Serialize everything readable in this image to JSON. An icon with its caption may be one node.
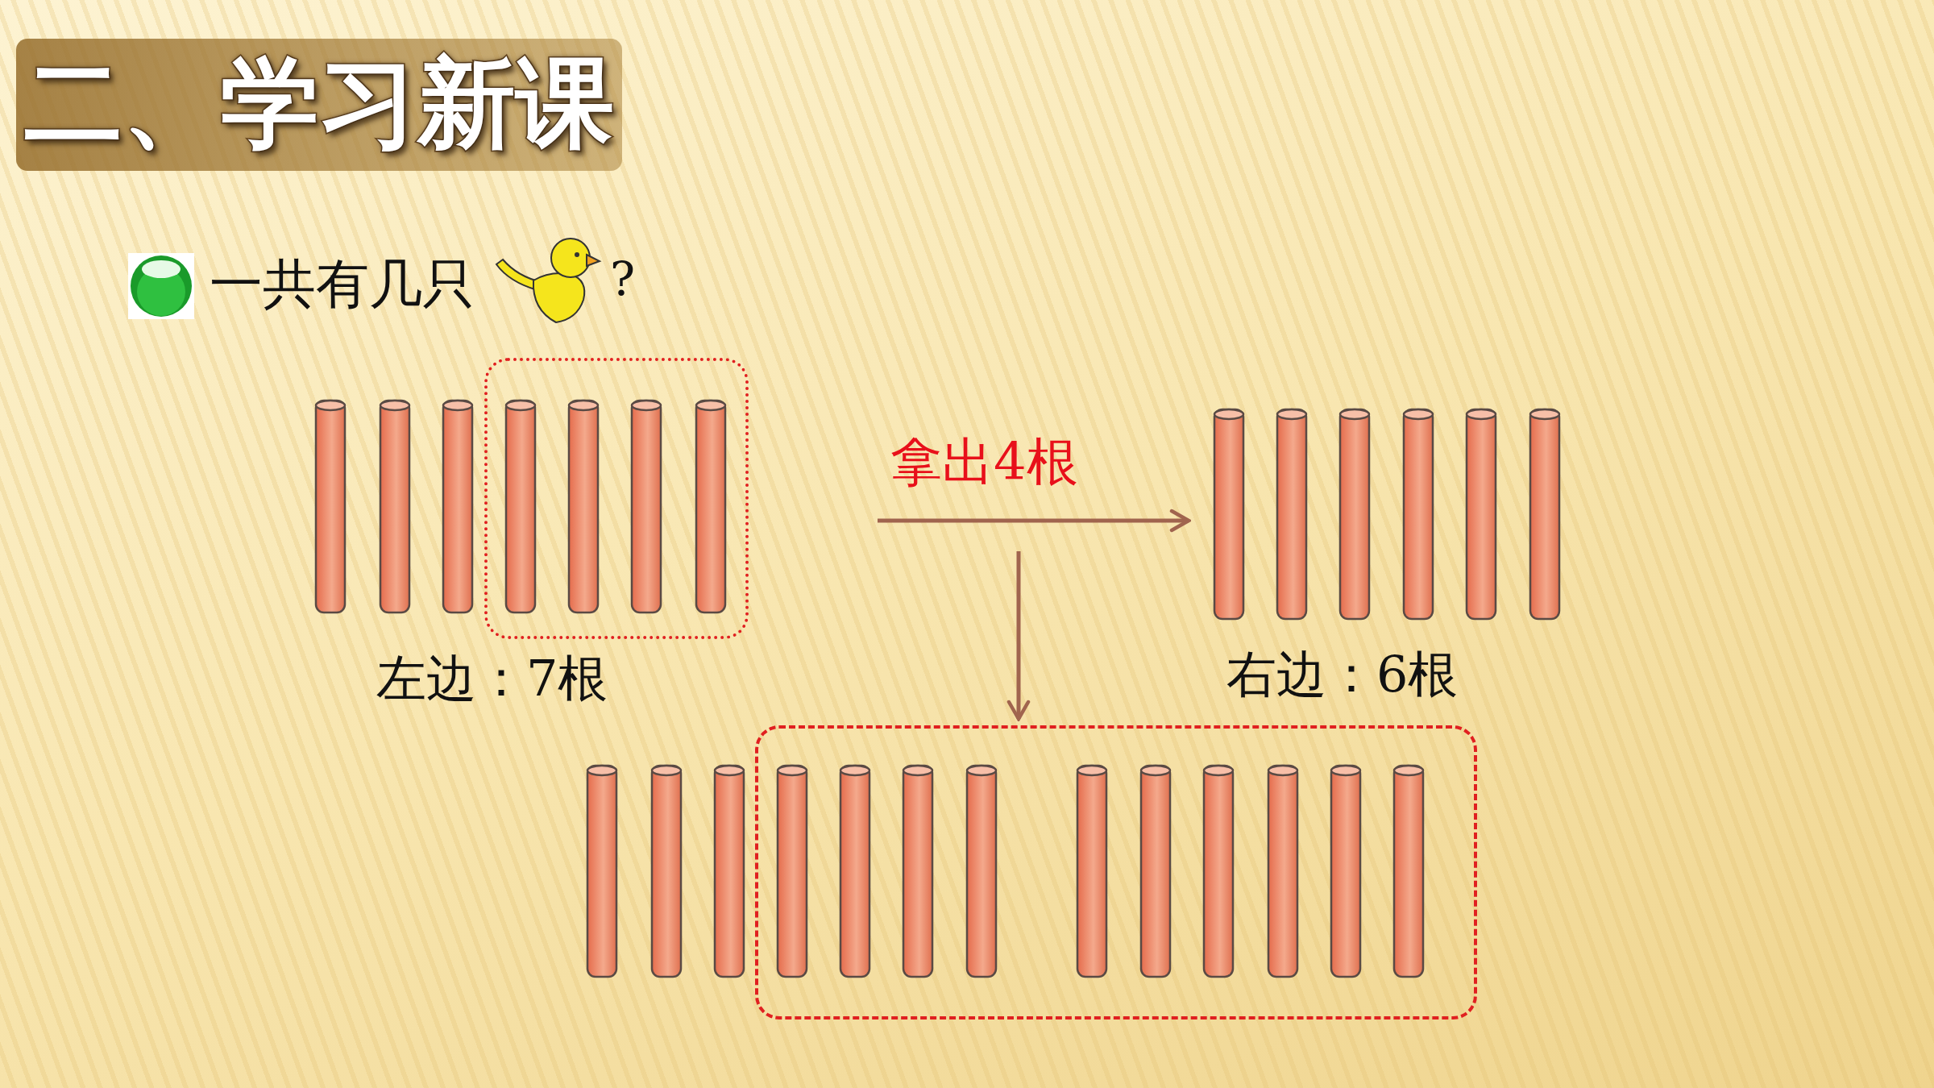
{
  "diagram": {
    "title": "二、学习新课",
    "nodes": [
      {
        "text": [],
        "shape": "picture",
        "beside": [
          "左边：7根"
        ]
      },
      {
        "text": [],
        "shape": "box"
      },
      {
        "text": [],
        "shape": "picture",
        "beside": [
          "右边：6根"
        ]
      },
      {
        "text": [],
        "shape": "picture"
      },
      {
        "text": [],
        "shape": "box"
      }
    ],
    "edges": [
      {
        "from": null,
        "to": 2,
        "arrow": "to",
        "label": "拿出4根"
      },
      {
        "from": null,
        "to": 4,
        "arrow": "to"
      }
    ],
    "labels": [
      "一共有几只",
      "?"
    ]
  }
}
